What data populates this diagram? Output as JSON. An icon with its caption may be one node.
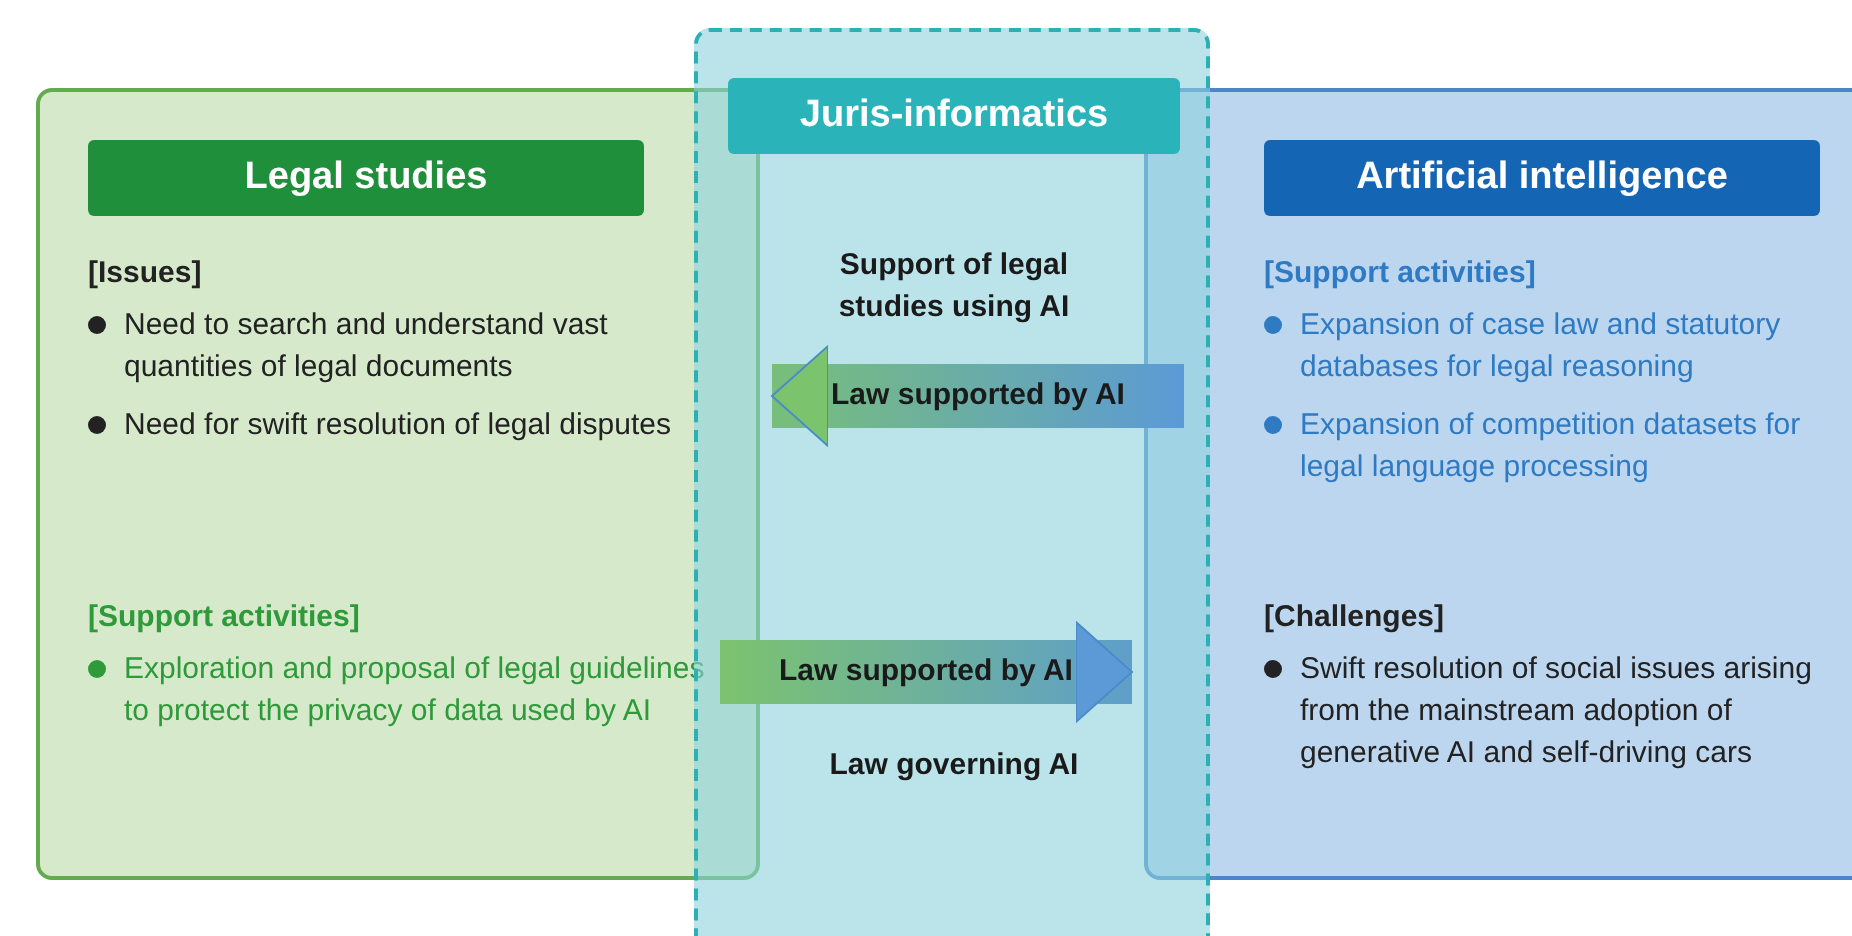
{
  "diagram": {
    "nodes": [
      {
        "text": [
          "[Issues]",
          "Need to search and understand vast quantities of legal documents",
          "Need for swift resolution of legal disputes",
          "[Support activities]",
          "Exploration and proposal of legal guidelines to protect the privacy of data used by AI"
        ]
      },
      {
        "text": [
          "Legal studies"
        ],
        "in": 0
      },
      {
        "text": [
          "Support of legal studies using AI",
          "Law governing AI"
        ]
      },
      {
        "text": [
          "Juris-informatics"
        ],
        "in": 2
      },
      {
        "text": [
          "[Support activities]",
          "Expansion of case law and statutory databases for legal reasoning",
          "Expansion of competition datasets for legal language processing",
          "[Challenges]",
          "Swift resolution of social issues arising from the mainstream adoption of generative AI and self-driving cars"
        ]
      },
      {
        "text": [
          "Artificial intelligence"
        ],
        "in": 4
      }
    ],
    "edges": [
      {
        "from": 4,
        "to": 0,
        "arrow": "to",
        "label": "Law supported by AI"
      },
      {
        "from": 0,
        "to": 4,
        "arrow": "to",
        "label": "Law supported by AI"
      }
    ]
  }
}
